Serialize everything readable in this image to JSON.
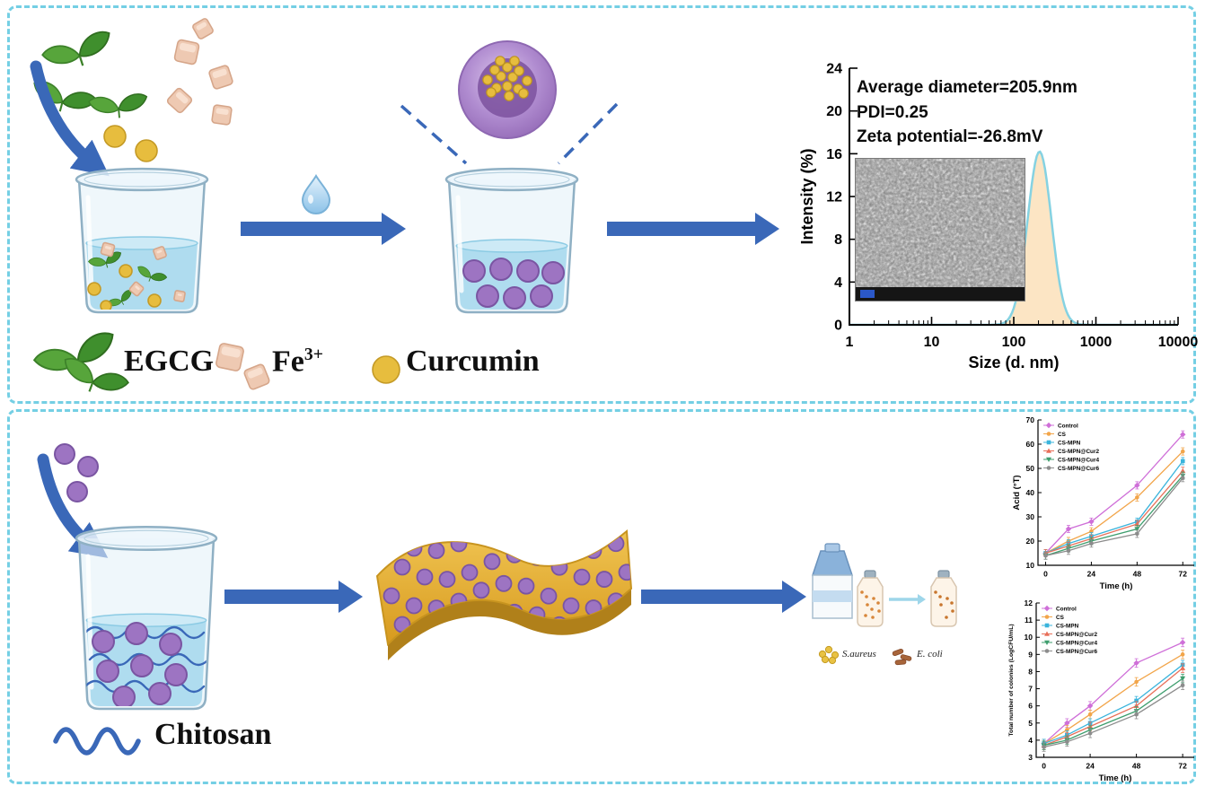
{
  "top_legend": {
    "egcg": "EGCG",
    "fe_base": "Fe",
    "fe_sup": "3+",
    "curcumin": "Curcumin"
  },
  "bottom_legend": {
    "chitosan": "Chitosan"
  },
  "bacteria_labels": {
    "s_aureus": "S.aureus",
    "e_coli": "E. coli"
  },
  "colors": {
    "panel_dash": "#74cfe4",
    "arrow_blue": "#3a68b8",
    "beaker_liquid": "#a9d9ee",
    "nanoparticle_purple": "#9d74c2",
    "film_gold": "#e0a82e",
    "curcumin_yellow": "#e7bd3e",
    "leaf_green": "#4a9a33",
    "fe_cube_pink": "#eec9b2",
    "dls_fill": "#fce4c1",
    "dls_line": "#85d2e2"
  },
  "chart_data": [
    {
      "id": "dls-size-distribution",
      "type": "area",
      "xlabel": "Size (d. nm)",
      "ylabel": "Intensity (%)",
      "x_scale": "log",
      "xlim": [
        1,
        10000
      ],
      "ylim": [
        0,
        24
      ],
      "yticks": [
        0,
        4,
        8,
        12,
        16,
        20,
        24
      ],
      "xticks": [
        1,
        10,
        100,
        1000,
        10000
      ],
      "peak": {
        "center_nm": 205.9,
        "log10_sigma": 0.145,
        "height": 16.2
      },
      "annotations": [
        "Average diameter=205.9nm",
        "PDI=0.25",
        "Zeta potential=-26.8mV"
      ],
      "fill_color": "#fce4c1",
      "line_color": "#85d2e2",
      "grid": false,
      "legend_position": "none"
    },
    {
      "id": "acidity",
      "type": "line",
      "xlabel": "Time (h)",
      "ylabel": "Acid (°T)",
      "x": [
        0,
        12,
        24,
        48,
        72
      ],
      "xticks": [
        0,
        24,
        48,
        72
      ],
      "xlim": [
        -4,
        78
      ],
      "ylim": [
        10,
        70
      ],
      "yticks": [
        10,
        20,
        30,
        40,
        50,
        60,
        70
      ],
      "legend_position": "top-left",
      "grid": false,
      "error_bar": 1.5,
      "series": [
        {
          "name": "Control",
          "color": "#cf6fd8",
          "marker": "diamond",
          "values": [
            15,
            25,
            28,
            43,
            64
          ]
        },
        {
          "name": "CS",
          "color": "#f2a54a",
          "marker": "circle",
          "values": [
            15,
            20,
            24,
            38,
            57
          ]
        },
        {
          "name": "CS-MPN",
          "color": "#3ab4dc",
          "marker": "square",
          "values": [
            15,
            19,
            22,
            28,
            53
          ]
        },
        {
          "name": "CS-MPN@Cur2",
          "color": "#e8705a",
          "marker": "triangle",
          "values": [
            15,
            18,
            21,
            27,
            49
          ]
        },
        {
          "name": "CS-MPN@Cur4",
          "color": "#3f9e6e",
          "marker": "triangle-down",
          "values": [
            14,
            17,
            20,
            25,
            47
          ]
        },
        {
          "name": "CS-MPN@Cur6",
          "color": "#8c8c8c",
          "marker": "circle",
          "values": [
            14,
            16,
            19,
            23,
            46
          ]
        }
      ]
    },
    {
      "id": "total-colonies",
      "type": "line",
      "xlabel": "Time (h)",
      "ylabel": "Total number of colonies (LogCFU/mL)",
      "x": [
        0,
        12,
        24,
        48,
        72
      ],
      "xticks": [
        0,
        24,
        48,
        72
      ],
      "xlim": [
        -4,
        78
      ],
      "ylim": [
        3,
        12
      ],
      "yticks": [
        3,
        4,
        5,
        6,
        7,
        8,
        9,
        10,
        11,
        12
      ],
      "legend_position": "top-left",
      "grid": false,
      "error_bar": 0.25,
      "series": [
        {
          "name": "Control",
          "color": "#cf6fd8",
          "marker": "diamond",
          "values": [
            3.8,
            5.0,
            6.0,
            8.5,
            9.7
          ]
        },
        {
          "name": "CS",
          "color": "#f2a54a",
          "marker": "circle",
          "values": [
            3.8,
            4.6,
            5.5,
            7.4,
            9.0
          ]
        },
        {
          "name": "CS-MPN",
          "color": "#3ab4dc",
          "marker": "square",
          "values": [
            3.8,
            4.3,
            5.0,
            6.3,
            8.4
          ]
        },
        {
          "name": "CS-MPN@Cur2",
          "color": "#e8705a",
          "marker": "triangle",
          "values": [
            3.7,
            4.2,
            4.8,
            6.0,
            8.2
          ]
        },
        {
          "name": "CS-MPN@Cur4",
          "color": "#3f9e6e",
          "marker": "triangle-down",
          "values": [
            3.7,
            4.0,
            4.6,
            5.7,
            7.6
          ]
        },
        {
          "name": "CS-MPN@Cur6",
          "color": "#8c8c8c",
          "marker": "circle",
          "values": [
            3.6,
            3.9,
            4.4,
            5.5,
            7.2
          ]
        }
      ]
    }
  ]
}
